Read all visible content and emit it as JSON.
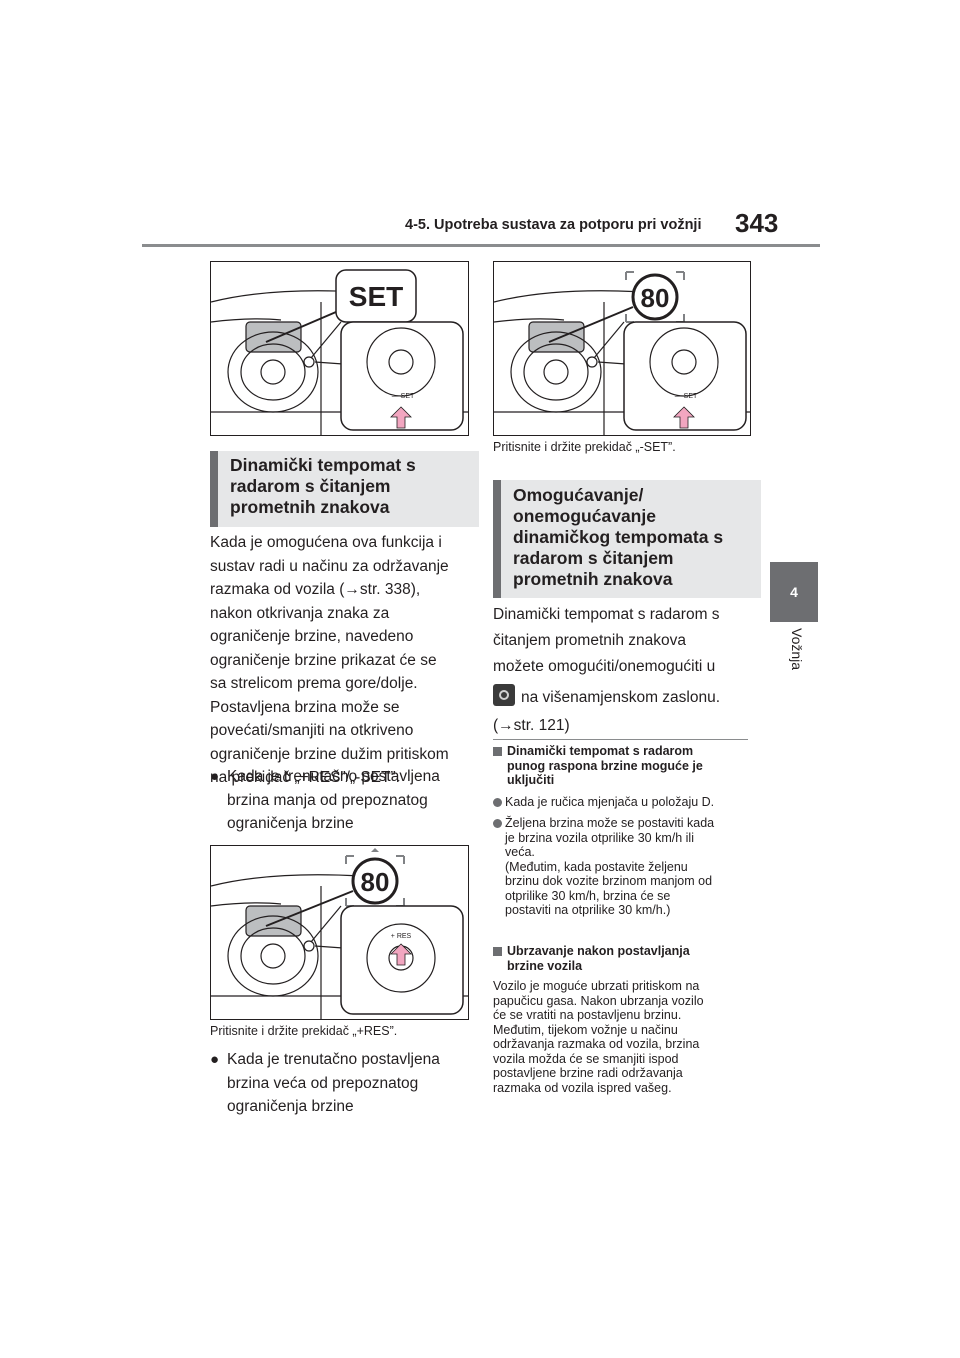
{
  "header": {
    "section_title": "4-5. Upotreba sustava za potporu pri vožnji",
    "page_number": "343"
  },
  "side_tab": {
    "number": "4",
    "label": "Vožnja"
  },
  "figures": {
    "fig1": {
      "callout": "SET",
      "switch_label": "SET"
    },
    "fig2": {
      "callout": "80",
      "switch_label": "RES",
      "caption": "Pritisnite i držite prekidač „+RES”."
    },
    "fig3": {
      "callout": "80",
      "switch_label": "SET",
      "caption": "Pritisnite i držite prekidač „-SET”."
    }
  },
  "left": {
    "section_title_lines": [
      "Dinamički tempomat s",
      "radarom s čitanjem",
      "prometnih znakova"
    ],
    "intro_lines": [
      "Kada je omogućena ova funkcija i",
      "sustav radi u načinu za održavanje",
      "razmaka od vozila (→str. 338),",
      "nakon otkrivanja znaka za",
      "ograničenje brzine, navedeno",
      "ograničenje brzine prikazat će se",
      "sa strelicom prema gore/dolje.",
      "Postavljena brzina može se",
      "povećati/smanjiti na otkriveno",
      "ograničenje brzine dužim pritiskom",
      "na prekidač „+RES”/„-SET”."
    ],
    "bullet1_lines": [
      "Kada je trenutačno postavljena",
      "brzina manja od prepoznatog",
      "ograničenja brzine"
    ],
    "bullet2_lines": [
      "Kada je trenutačno postavljena",
      "brzina veća od prepoznatog",
      "ograničenja brzine"
    ]
  },
  "right": {
    "section_title_lines": [
      "Omogućavanje/",
      "onemogućavanje",
      "dinamičkog tempomata s",
      "radarom s čitanjem",
      "prometnih znakova"
    ],
    "body_lines": [
      "Dinamički tempomat s radarom s",
      "čitanjem prometnih znakova",
      "možete omogućiti/onemogućiti u",
      "na višenamjenskom zaslonu.",
      "(→str. 121)"
    ],
    "note1_title": [
      "Dinamički tempomat s radarom",
      "punog raspona brzine moguće je",
      "uključiti"
    ],
    "note1_item1": "Kada je ručica mjenjača u položaju D.",
    "note1_item2_lines": [
      "Željena brzina može se postaviti kada",
      "je brzina vozila otprilike 30 km/h ili",
      "veća.",
      "(Međutim, kada postavite željenu",
      "brzinu dok vozite brzinom manjom od",
      "otprilike 30 km/h, brzina će se",
      "postaviti na otprilike 30 km/h.)"
    ],
    "note2_title": [
      "Ubrzavanje nakon postavljanja",
      "brzine vozila"
    ],
    "note2_lines": [
      "Vozilo je moguće ubrzati pritiskom na",
      "papučicu gasa. Nakon ubrzanja vozilo",
      "će se vratiti na postavljenu brzinu.",
      "Međutim, tijekom vožnje u načinu",
      "održavanja razmaka od vozila, brzina",
      "vozila možda će se smanjiti ispod",
      "postavljene brzine radi održavanja",
      "razmaka od vozila ispred vašeg."
    ]
  },
  "icons": {
    "settings": "gear-icon",
    "arrow": "up-arrow-icon"
  },
  "colors": {
    "tab_gray": "#6d6e71",
    "box_gray": "#e6e7e8",
    "arrow_pink": "#f2a6c0"
  }
}
